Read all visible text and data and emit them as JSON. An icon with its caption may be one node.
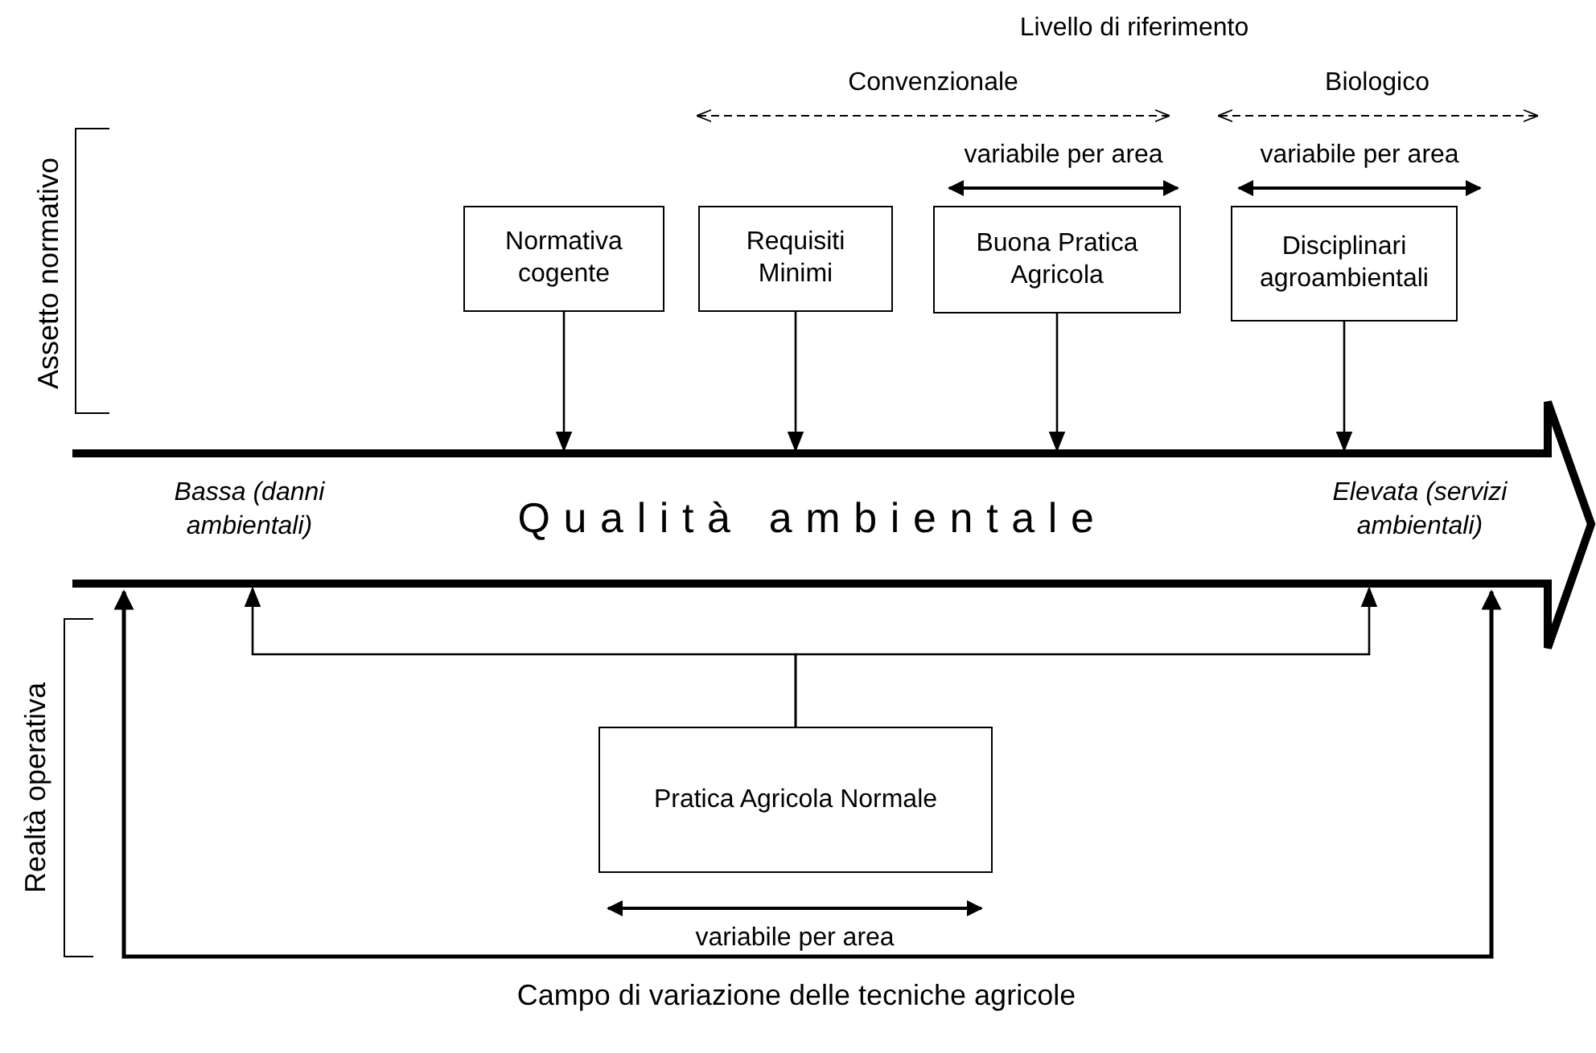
{
  "diagram": {
    "nodes": [
      {
        "text": [
          "Normativa cogente"
        ]
      },
      {
        "text": [
          "Requisiti Minimi"
        ]
      },
      {
        "text": [
          "Buona Pratica Agricola"
        ]
      },
      {
        "text": [
          "Disciplinari agroambientali"
        ]
      },
      {
        "text": [
          "Bassa (danni ambientali)",
          "Qualità ambientale",
          "Elevata (servizi ambientali)"
        ]
      },
      {
        "text": [
          "Pratica Agricola Normale"
        ]
      }
    ],
    "edges": [
      {
        "from": 0,
        "to": 4,
        "arrow": "to"
      },
      {
        "from": 1,
        "to": 4,
        "arrow": "to"
      },
      {
        "from": 2,
        "to": 4,
        "arrow": "to"
      },
      {
        "from": 3,
        "to": 4,
        "arrow": "to"
      },
      {
        "from": 5,
        "to": 4,
        "arrow": "to"
      },
      {
        "from": 5,
        "to": 4,
        "arrow": "to"
      }
    ],
    "labels": [
      "Livello di riferimento",
      "Convenzionale",
      "Biologico",
      "variabile per area",
      "variabile per area",
      "Assetto normativo",
      "Realtà operativa",
      "variabile per area",
      "Campo di variazione delle tecniche agricole"
    ]
  }
}
